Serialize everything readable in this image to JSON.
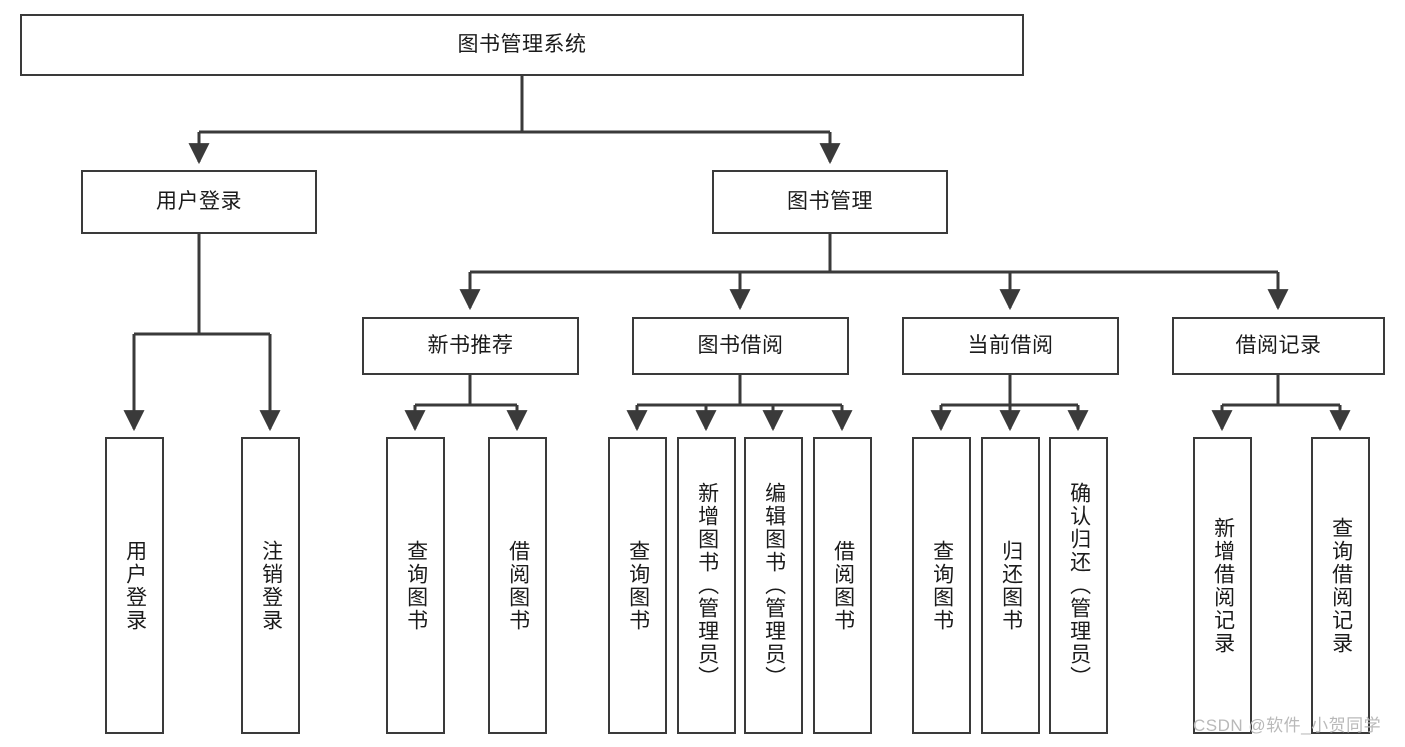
{
  "diagram": {
    "title": "图书管理系统",
    "watermark": "CSDN @软件_小贺同学",
    "line_color": "#3a3a3a",
    "box_fill": "#ffffff",
    "text_color": "#1b1b1b",
    "watermark_color": "#b9b9b9",
    "root": {
      "label": "图书管理系统"
    },
    "level2": [
      {
        "label": "用户登录"
      },
      {
        "label": "图书管理"
      }
    ],
    "level3": [
      {
        "label": "新书推荐"
      },
      {
        "label": "图书借阅"
      },
      {
        "label": "当前借阅"
      },
      {
        "label": "借阅记录"
      }
    ],
    "leaves": {
      "user_login": [
        {
          "label": "用户登录"
        },
        {
          "label": "注销登录"
        }
      ],
      "new_book_recommend": [
        {
          "label": "查询图书"
        },
        {
          "label": "借阅图书"
        }
      ],
      "book_borrow": [
        {
          "label": "查询图书"
        },
        {
          "label": "新增图书（管理员）"
        },
        {
          "label": "编辑图书（管理员）"
        },
        {
          "label": "借阅图书"
        }
      ],
      "current_borrow": [
        {
          "label": "查询图书"
        },
        {
          "label": "归还图书"
        },
        {
          "label": "确认归还（管理员）"
        }
      ],
      "borrow_record": [
        {
          "label": "新增借阅记录"
        },
        {
          "label": "查询借阅记录"
        }
      ]
    }
  }
}
